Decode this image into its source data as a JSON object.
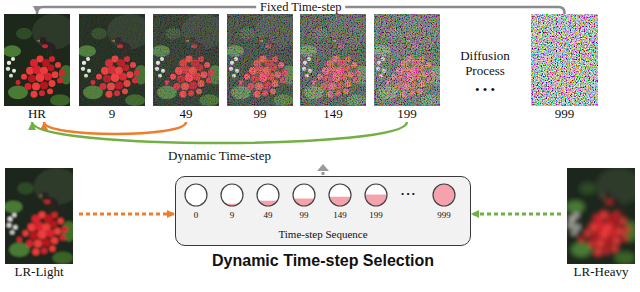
{
  "diagram": {
    "title": "Dynamic Time-step Selection",
    "nodes": [
      {
        "text": [
          "HR"
        ]
      },
      {
        "text": [
          "9"
        ]
      },
      {
        "text": [
          "49"
        ]
      },
      {
        "text": [
          "99"
        ]
      },
      {
        "text": [
          "149"
        ]
      },
      {
        "text": [
          "199"
        ]
      },
      {
        "text": [
          "999"
        ]
      },
      {
        "text": [
          "LR-Light"
        ]
      },
      {
        "text": [
          "Time-step Sequence"
        ]
      },
      {
        "text": [
          "0"
        ],
        "in": 8
      },
      {
        "text": [
          "9"
        ],
        "in": 8
      },
      {
        "text": [
          "49"
        ],
        "in": 8
      },
      {
        "text": [
          "99"
        ],
        "in": 8
      },
      {
        "text": [
          "149"
        ],
        "in": 8
      },
      {
        "text": [
          "199"
        ],
        "in": 8
      },
      {
        "text": [
          "999"
        ],
        "in": 8
      },
      {
        "text": [
          "LR-Heavy"
        ]
      }
    ],
    "edges": [
      {
        "from": 6,
        "to": 0,
        "arrow": "to",
        "label": "Fixed Time-step"
      },
      {
        "from": 2,
        "to": 0,
        "arrow": "to"
      },
      {
        "from": 5,
        "to": 0,
        "arrow": "to",
        "label": "Dynamic Time-step"
      },
      {
        "from": 7,
        "to": 8,
        "arrow": "to"
      },
      {
        "from": 16,
        "to": 8,
        "arrow": "to"
      }
    ],
    "labels": [
      "Diffusion Process",
      "• • •",
      "• • •"
    ]
  }
}
